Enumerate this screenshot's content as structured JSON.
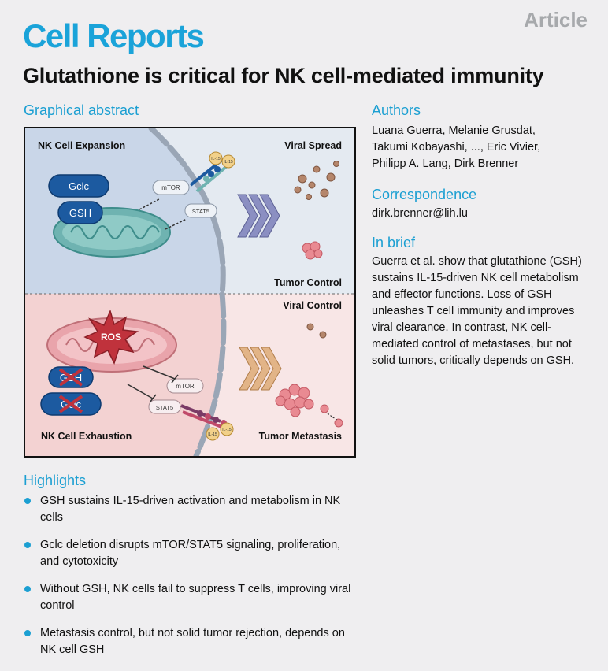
{
  "header": {
    "article_tag": "Article",
    "journal": "Cell Reports",
    "title": "Glutathione is critical for NK cell-mediated immunity"
  },
  "graphical_abstract": {
    "heading": "Graphical abstract",
    "labels": {
      "nk_expansion": "NK Cell Expansion",
      "viral_spread": "Viral Spread",
      "gclc": "Gclc",
      "gsh": "GSH",
      "mtor": "mTOR",
      "stat5": "STAT5",
      "il15": "IL-15",
      "tumor_control": "Tumor Control",
      "viral_control": "Viral Control",
      "ros": "ROS",
      "nk_exhaustion": "NK Cell Exhaustion",
      "tumor_metastasis": "Tumor Metastasis"
    },
    "colors": {
      "top_panel": "#c9d6e8",
      "top_right": "#e4eaf1",
      "bottom_panel": "#f3d2d2",
      "bottom_right": "#f8e6e6",
      "mitochondria_top": "#6fb3b1",
      "mitochondria_bottom": "#e9a4ab",
      "pill": "#1c5aa0",
      "ros": "#c0323c",
      "virus": "#b5866b",
      "tumor": "#e98a92"
    }
  },
  "authors": {
    "heading": "Authors",
    "lines": [
      "Luana Guerra, Melanie Grusdat,",
      "Takumi Kobayashi, ..., Eric Vivier,",
      "Philipp A. Lang, Dirk Brenner"
    ]
  },
  "correspondence": {
    "heading": "Correspondence",
    "email": "dirk.brenner@lih.lu"
  },
  "in_brief": {
    "heading": "In brief",
    "lines": [
      "Guerra et al. show that glutathione (GSH)",
      "sustains IL-15-driven NK cell metabolism",
      "and effector functions. Loss of GSH",
      "unleashes T cell immunity and improves",
      "viral clearance. In contrast, NK cell-",
      "mediated control of metastases, but not",
      "solid tumors, critically depends on GSH."
    ]
  },
  "highlights": {
    "heading": "Highlights",
    "items": [
      [
        "GSH sustains IL-15-driven activation and metabolism in NK",
        "cells"
      ],
      [
        "Gclc deletion disrupts mTOR/STAT5 signaling, proliferation,",
        "and cytotoxicity"
      ],
      [
        "Without GSH, NK cells fail to suppress T cells, improving viral",
        "control"
      ],
      [
        "Metastasis control, but not solid tumor rejection, depends on",
        "NK cell GSH"
      ]
    ]
  }
}
